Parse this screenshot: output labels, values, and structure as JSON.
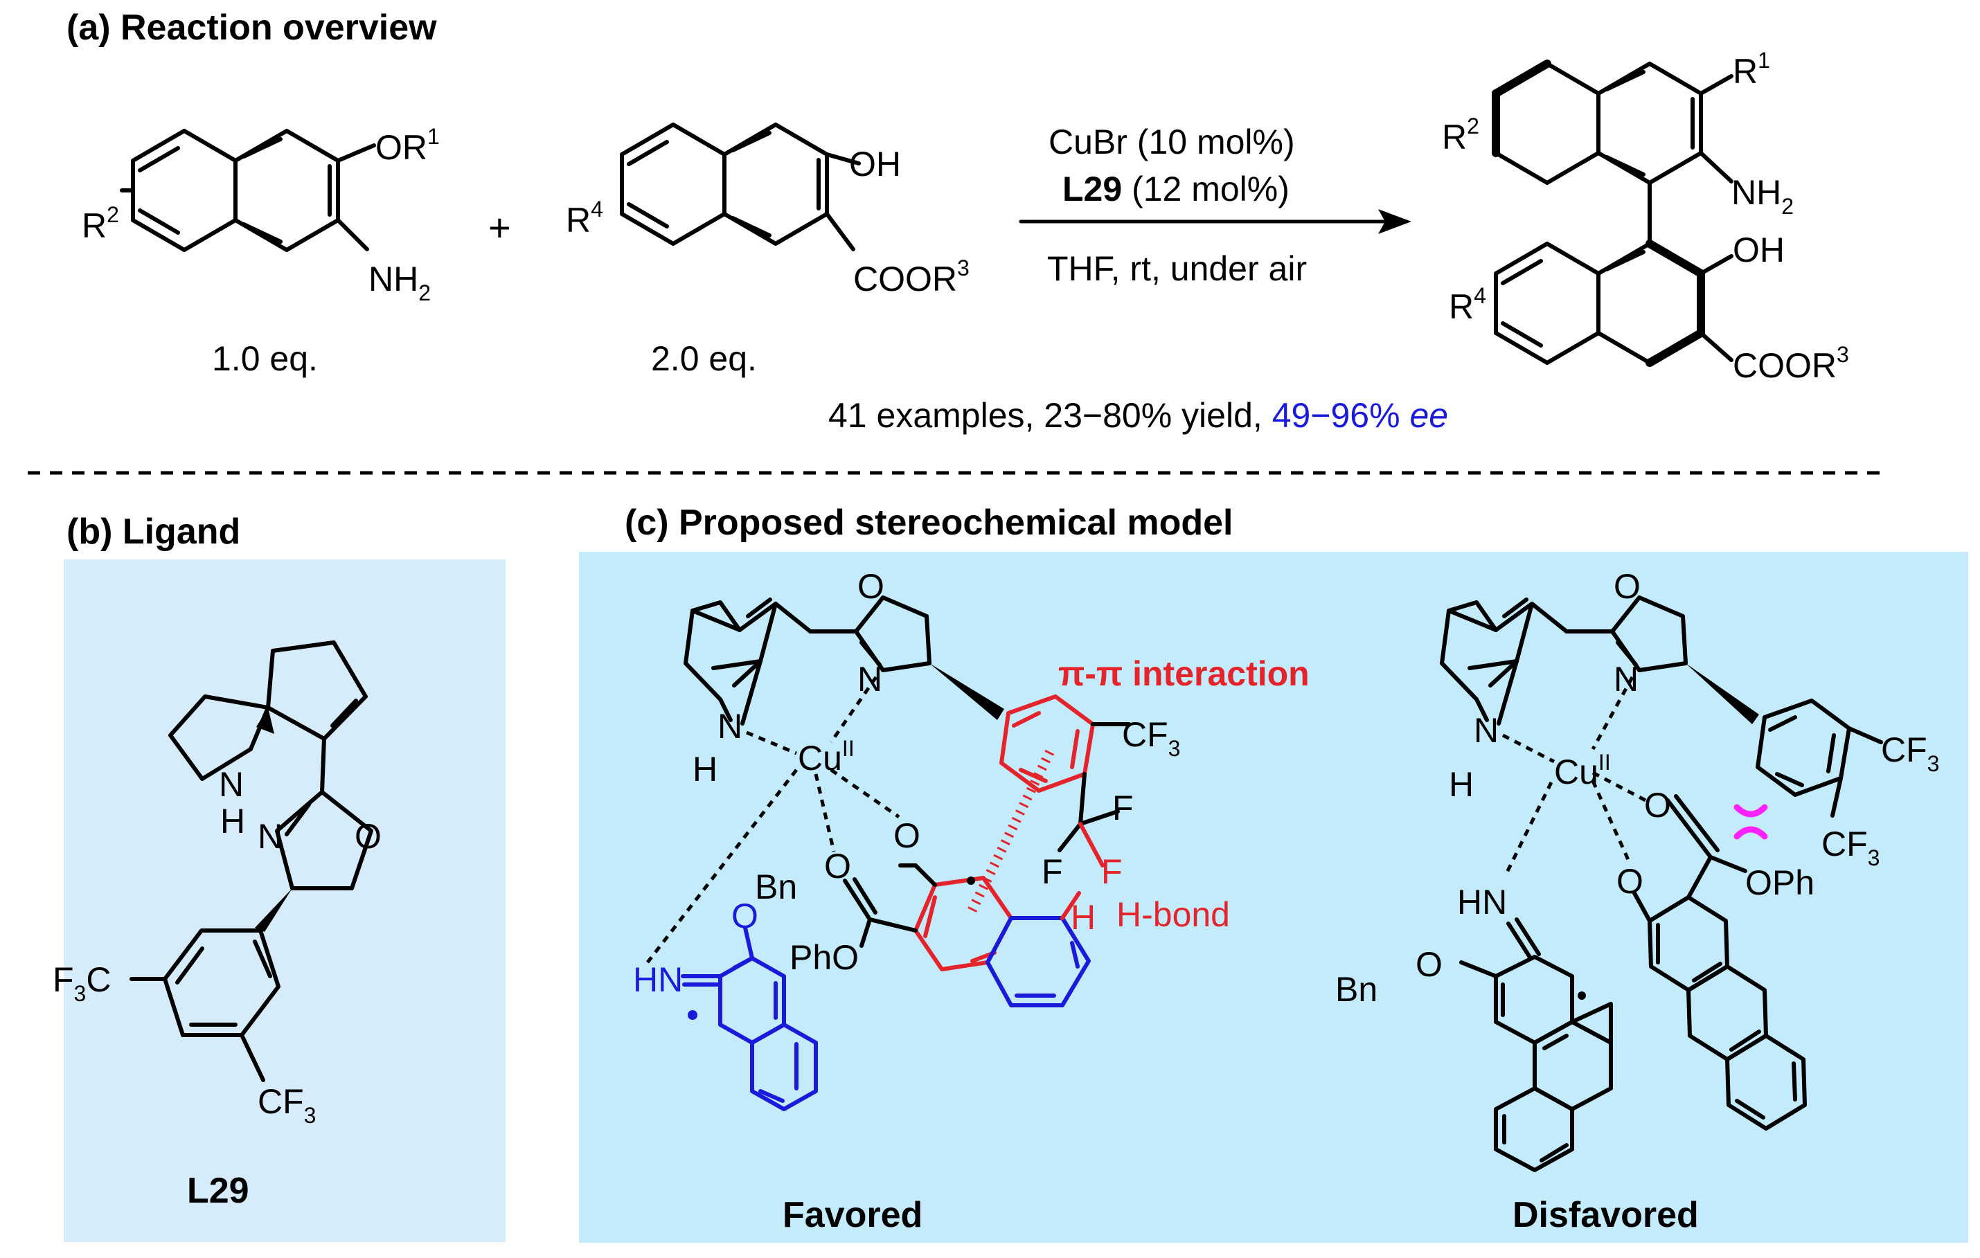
{
  "section_a": {
    "heading": "(a) Reaction overview",
    "reactant1": {
      "sub_top": "OR",
      "sub_top_sup": "1",
      "sub_left": "R",
      "sub_left_sup": "2",
      "sub_bottom": "NH",
      "sub_bottom_sub": "2",
      "equiv": "1.0 eq."
    },
    "plus": "+",
    "reactant2": {
      "sub_top": "OH",
      "sub_left": "R",
      "sub_left_sup": "4",
      "sub_bottom": "COOR",
      "sub_bottom_sup": "3",
      "equiv": "2.0 eq."
    },
    "conditions": {
      "catalyst": "CuBr (10 mol%)",
      "ligand_name": "L29",
      "ligand_loading": " (12 mol%)",
      "solvent": "THF, rt, under air"
    },
    "product": {
      "r1": "R",
      "r1_sup": "1",
      "r2": "R",
      "r2_sup": "2",
      "nh2": "NH",
      "nh2_sub": "2",
      "oh": "OH",
      "r4": "R",
      "r4_sup": "4",
      "ester": "COOR",
      "ester_sup": "3"
    },
    "scope_prefix": "41 examples, 23−80% yield, ",
    "scope_ee_value": "49−96% ",
    "scope_ee_italic": "ee"
  },
  "section_b": {
    "heading": "(b) Ligand",
    "labels": {
      "nh": "N",
      "h": "H",
      "n": "N",
      "o": "O",
      "f3c": "F",
      "f3c_sub": "3",
      "f3c_c": "C",
      "cf3": "CF",
      "cf3_sub": "3"
    },
    "compound_name": "L29"
  },
  "section_c": {
    "heading": "(c) Proposed stereochemical model",
    "favored": {
      "caption": "Favored",
      "pi_label": "π-π interaction",
      "hbond_label": "H-bond",
      "labels": {
        "o_ring": "O",
        "n": "N",
        "nh": "N",
        "h": "H",
        "cu": "Cu",
        "cu_sup": "II",
        "cf3": "CF",
        "cf3_sub": "3",
        "f": "F",
        "o_a": "O",
        "o_b": "O",
        "pho": "PhO",
        "bn": "Bn",
        "o_bn": "O",
        "hn": "HN",
        "h_ar": "H"
      }
    },
    "disfavored": {
      "caption": "Disfavored",
      "labels": {
        "o_ring": "O",
        "n": "N",
        "nh": "N",
        "h": "H",
        "cu": "Cu",
        "cu_sup": "II",
        "cf3": "CF",
        "cf3_sub": "3",
        "o_a": "O",
        "o_b": "O",
        "oph": "OPh",
        "hn": "HN",
        "bn_o": "Bn",
        "o_bn": "O"
      }
    }
  },
  "colors": {
    "panel_b_bg": "#d6ecfb",
    "panel_c_bg": "#c4ebfb",
    "red": "#e4232a",
    "blue": "#1a1adb",
    "magenta": "#ff22ff",
    "black": "#000000"
  }
}
